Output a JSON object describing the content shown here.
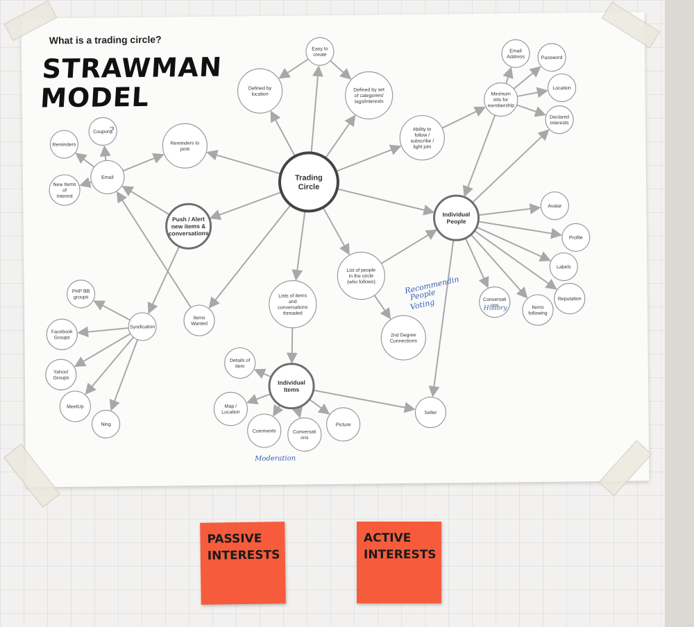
{
  "poster": {
    "title": "What is a trading circle?",
    "handwritten_title_line1": "STRAWMAN",
    "handwritten_title_line2": "MODEL"
  },
  "nodes": {
    "trading_circle": "Trading Circle",
    "easy_to_create": "Easy to create",
    "defined_by_location": "Defined by location",
    "defined_by_categories": "Defined by set of categories/ tags/interests",
    "ability_to_follow": "Ability to follow / subscribe / light join",
    "minimum_info": "Minimum info for membership",
    "email_address": "Email Address",
    "password": "Password",
    "location": "Location",
    "declared_interests": "Declared Interests",
    "reminders_to_post": "Reminders to post",
    "email": "Email",
    "reminders": "Reminders",
    "coupons": "Coupons",
    "new_items_of_interest": "New Items of Interest",
    "push_alert": "Push / Alert new items & conversations",
    "individual_people": "Individual People",
    "avatar": "Avatar",
    "profile": "Profile",
    "labels": "Labels",
    "reputation": "Reputation",
    "items_following": "Items following",
    "conversations_people": "Conversati ons",
    "list_of_people": "List of people in the circle (who follows)",
    "second_degree": "2nd Degree Connections",
    "lists_of_items": "Lists of items and conversations threaded",
    "items_wanted": "Items Wanted",
    "syndication": "Syndication",
    "php_bb": "PHP BB groups",
    "facebook_groups": "Facebook Groups",
    "yahoo_groups": "Yahoo! Groups",
    "meetup": "MeetUp",
    "ning": "Ning",
    "individual_items": "Individual Items",
    "details_of_item": "Details of item",
    "map_location": "Map / Location",
    "comments": "Comments",
    "conversations_items": "Conversati ons",
    "picture": "Picture",
    "seller": "Seller"
  },
  "handwritten_notes": {
    "coupons_mark": "?",
    "recommending": "Recommendin",
    "people": "People",
    "voting": "Voting",
    "history": "History",
    "moderation": "Moderation"
  },
  "sticky_notes": {
    "passive_line1": "PASSIVE",
    "passive_line2": "INTERESTS",
    "active_line1": "ACTIVE",
    "active_line2": "INTERESTS"
  },
  "colors": {
    "sticky": "#f65c3c",
    "node_stroke": "#999999",
    "hub_stroke": "#444444",
    "arrow": "#a8a8a8",
    "blue_ink": "#3a5fb0"
  }
}
